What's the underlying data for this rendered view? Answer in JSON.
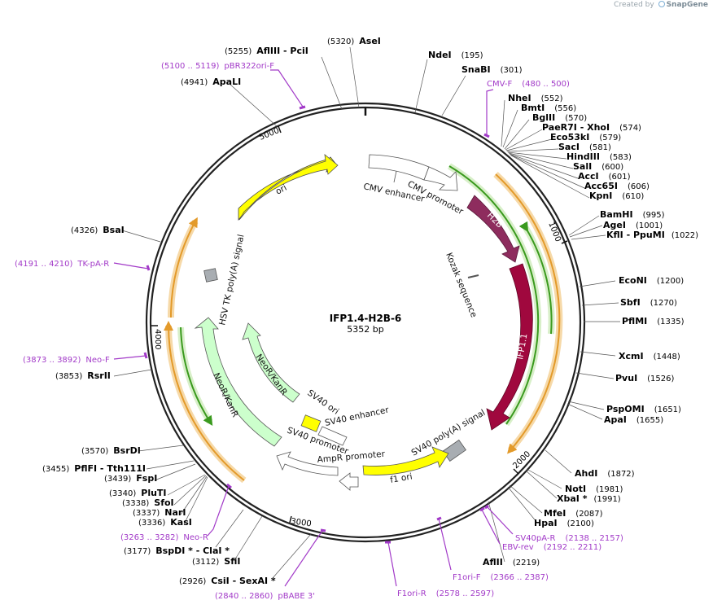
{
  "credit": {
    "prefix": "Created by",
    "brand": "SnapGene"
  },
  "plasmid": {
    "name": "IFP1.4-H2B-6",
    "length_label": "5352 bp",
    "length": 5352
  },
  "ticks": [
    "1000",
    "2000",
    "3000",
    "4000",
    "5000"
  ],
  "colors": {
    "ori": "#ffff00",
    "h2b": "#8e2c5e",
    "ifp": "#a0083e",
    "neo": "#ccffcc",
    "green_arc": "#3a9a1e",
    "orange_arc": "#e39a2a",
    "primer": "#a23ac8",
    "polya": "#a8adb2"
  },
  "features": {
    "ori": "ori",
    "cmv_enhancer": "CMV enhancer",
    "cmv_promoter": "CMV promoter",
    "h2b": "H2B",
    "kozak": "Kozak sequence",
    "ifp": "IFP1.1",
    "sv40_polya": "SV40 poly(A) signal",
    "f1_ori": "f1 ori",
    "ampr_promoter": "AmpR promoter",
    "sv40_promoter": "SV40 promoter",
    "sv40_enhancer": "SV40 enhancer",
    "sv40_ori": "SV40 ori",
    "neo_outer": "NeoR/KanR",
    "neo_inner": "NeoR/KanR",
    "hsv_tk": "HSV TK poly(A) signal"
  },
  "sites": [
    {
      "name": "AseI",
      "pos": "(5320)"
    },
    {
      "name": "AflIII  - PciI",
      "pos": "(5255)"
    },
    {
      "name": "ApaLI",
      "pos": "(4941)"
    },
    {
      "name": "NdeI",
      "pos": "(195)"
    },
    {
      "name": "SnaBI",
      "pos": "(301)"
    },
    {
      "name": "NheI",
      "pos": "(552)"
    },
    {
      "name": "BmtI",
      "pos": "(556)"
    },
    {
      "name": "BglII",
      "pos": "(570)"
    },
    {
      "name": "PaeR7I  - XhoI",
      "pos": "(574)"
    },
    {
      "name": "Eco53kI",
      "pos": "(579)"
    },
    {
      "name": "SacI",
      "pos": "(581)"
    },
    {
      "name": "HindIII",
      "pos": "(583)"
    },
    {
      "name": "SalI",
      "pos": "(600)"
    },
    {
      "name": "AccI",
      "pos": "(601)"
    },
    {
      "name": "Acc65I",
      "pos": "(606)"
    },
    {
      "name": "KpnI",
      "pos": "(610)"
    },
    {
      "name": "BamHI",
      "pos": "(995)"
    },
    {
      "name": "AgeI",
      "pos": "(1001)"
    },
    {
      "name": "KflI  - PpuMI",
      "pos": "(1022)"
    },
    {
      "name": "EcoNI",
      "pos": "(1200)"
    },
    {
      "name": "SbfI",
      "pos": "(1270)"
    },
    {
      "name": "PflMI",
      "pos": "(1335)"
    },
    {
      "name": "XcmI",
      "pos": "(1448)"
    },
    {
      "name": "PvuI",
      "pos": "(1526)"
    },
    {
      "name": "PspOMI",
      "pos": "(1651)"
    },
    {
      "name": "ApaI",
      "pos": "(1655)"
    },
    {
      "name": "AhdI",
      "pos": "(1872)"
    },
    {
      "name": "NotI",
      "pos": "(1981)"
    },
    {
      "name": "XbaI *",
      "pos": "(1991)"
    },
    {
      "name": "MfeI",
      "pos": "(2087)"
    },
    {
      "name": "HpaI",
      "pos": "(2100)"
    },
    {
      "name": "AflII",
      "pos": "(2219)"
    },
    {
      "name": "CsiI  - SexAI *",
      "pos": "(2926)"
    },
    {
      "name": "SfiI",
      "pos": "(3112)"
    },
    {
      "name": "BspDI *  - ClaI *",
      "pos": "(3177)"
    },
    {
      "name": "KasI",
      "pos": "(3336)"
    },
    {
      "name": "NarI",
      "pos": "(3337)"
    },
    {
      "name": "SfoI",
      "pos": "(3338)"
    },
    {
      "name": "PluTI",
      "pos": "(3340)"
    },
    {
      "name": "FspI",
      "pos": "(3439)"
    },
    {
      "name": "PflFI  - Tth111I",
      "pos": "(3455)"
    },
    {
      "name": "BsrDI",
      "pos": "(3570)"
    },
    {
      "name": "RsrII",
      "pos": "(3853)"
    },
    {
      "name": "BsaI",
      "pos": "(4326)"
    }
  ],
  "primers": [
    {
      "name": "pBR322ori-F",
      "range": "(5100 .. 5119)"
    },
    {
      "name": "CMV-F",
      "range": "(480 .. 500)"
    },
    {
      "name": "TK-pA-R",
      "range": "(4191 .. 4210)"
    },
    {
      "name": "Neo-F",
      "range": "(3873 .. 3892)"
    },
    {
      "name": "Neo-R",
      "range": "(3263 .. 3282)"
    },
    {
      "name": "pBABE 3'",
      "range": "(2840 .. 2860)"
    },
    {
      "name": "F1ori-R",
      "range": "(2578 .. 2597)"
    },
    {
      "name": "F1ori-F",
      "range": "(2366 .. 2387)"
    },
    {
      "name": "EBV-rev",
      "range": "(2192 .. 2211)"
    },
    {
      "name": "SV40pA-R",
      "range": "(2138 .. 2157)"
    }
  ]
}
